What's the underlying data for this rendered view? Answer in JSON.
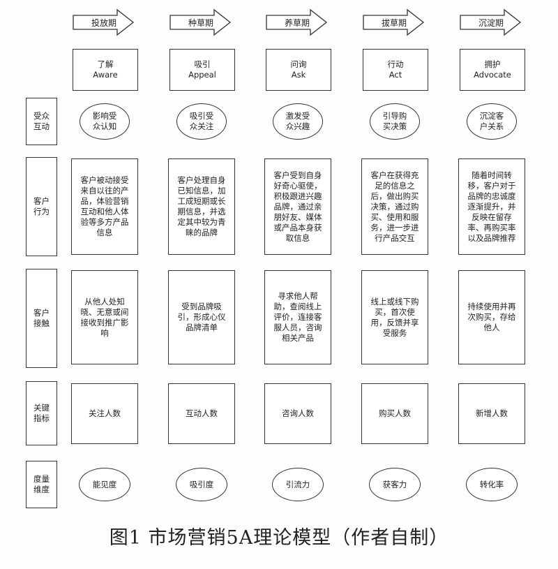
{
  "stages": [
    {
      "phase": "投放期",
      "cn": "了解",
      "en": "Aware"
    },
    {
      "phase": "种草期",
      "cn": "吸引",
      "en": "Appeal"
    },
    {
      "phase": "养草期",
      "cn": "问询",
      "en": "Ask"
    },
    {
      "phase": "拔草期",
      "cn": "行动",
      "en": "Act"
    },
    {
      "phase": "沉淀期",
      "cn": "拥护",
      "en": "Advocate"
    }
  ],
  "rows": {
    "audience_interaction": {
      "label": "受众互动",
      "items": [
        "影响受众认知",
        "吸引受众关注",
        "激发受众兴趣",
        "引导购买决策",
        "沉淀客户关系"
      ]
    },
    "customer_behavior": {
      "label": "客户行为",
      "items": [
        "客户被动接受来自以往的产品，体验营销互动和他人体验等多方产品信息",
        "客户处理自身已知信息，加工成短期或长期信息，并选定其中较为青睐的品牌",
        "客户受到自身好奇心驱使，积极跟进兴趣品牌，通过亲朋好友、媒体或产品本身获取信息",
        "客户在获得充足的信息之后，做出购买决策，通过购买、使用和服务，进一步进行产品交互",
        "随着时间转移，客户对于品牌的忠诚度逐渐提升，并反映在留存率、再购买率以及品牌推荐"
      ]
    },
    "customer_touch": {
      "label": "客户接触",
      "items": [
        "从他人处知晓、无意或间接收到推广影响",
        "受到品牌吸引，形成心仪品牌清单",
        "寻求他人帮助，查阅线上评价，连接客服人员，咨询相关产品",
        "线上或线下购买，首次使用，反馈并享受服务",
        "持续使用并再次购买，存给他人"
      ]
    },
    "key_metrics": {
      "label": "关键指标",
      "items": [
        "关注人数",
        "互动人数",
        "咨询人数",
        "购买人数",
        "新增人数"
      ]
    },
    "measurement": {
      "label": "度量维度",
      "items": [
        "能见度",
        "吸引度",
        "引流力",
        "获客力",
        "转化率"
      ]
    }
  },
  "caption": "图1 市场营销5A理论模型（作者自制）"
}
